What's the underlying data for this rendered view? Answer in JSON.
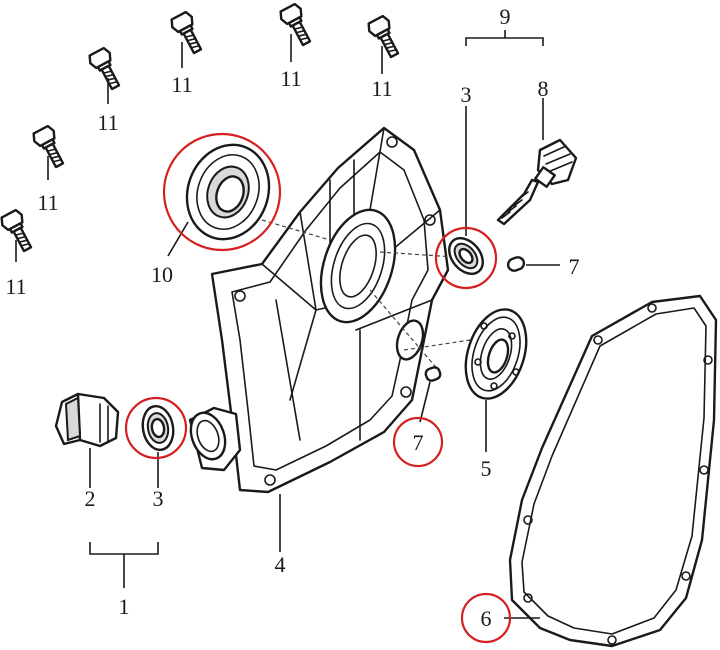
{
  "colors": {
    "highlight": "#d42020",
    "ink": "#1a1a1a"
  },
  "callouts": {
    "c1": "1",
    "c2": "2",
    "c3_left": "3",
    "c3_right": "3",
    "c4": "4",
    "c5": "5",
    "c6": "6",
    "c7_right": "7",
    "c7_lower": "7",
    "c8": "8",
    "c9": "9",
    "c10": "10",
    "c11_a": "11",
    "c11_b": "11",
    "c11_c": "11",
    "c11_d": "11",
    "c11_e": "11",
    "c11_f": "11"
  }
}
